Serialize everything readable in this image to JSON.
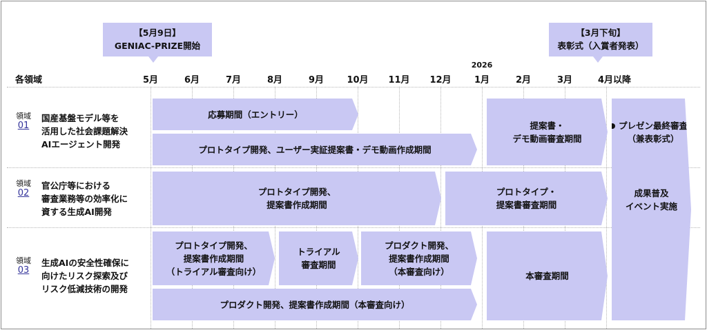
{
  "header": {
    "domain_column": "各領域",
    "year": "2026",
    "months": [
      "5月",
      "6月",
      "7月",
      "8月",
      "9月",
      "10月",
      "11月",
      "12月",
      "1月",
      "2月",
      "3月",
      "4月以降"
    ]
  },
  "callouts": {
    "start": {
      "line1": "【5月9日】",
      "line2": "GENIAC-PRIZE開始"
    },
    "award": {
      "line1": "【3月下旬】",
      "line2": "表彰式（入賞者発表）"
    }
  },
  "domains": [
    {
      "word": "領域",
      "num": "01",
      "title": [
        "国産基盤モデル等を",
        "活用した社会課題解決",
        "AIエージェント開発"
      ]
    },
    {
      "word": "領域",
      "num": "02",
      "title": [
        "官公庁等における",
        "審査業務等の効率化に",
        "資する生成AI開発"
      ]
    },
    {
      "word": "領域",
      "num": "03",
      "title": [
        "生成AIの安全性確保に",
        "向けたリスク探索及び",
        "リスク低減技術の開発"
      ]
    }
  ],
  "bars": {
    "d1_entry": [
      "応募期間（エントリー）"
    ],
    "d1_proto": [
      "プロトタイプ開発、ユーザー実証提案書・デモ動画作成期間"
    ],
    "d1_review": [
      "提案書・",
      "デモ動画審査期間"
    ],
    "d2_proto": [
      "プロトタイプ開発、",
      "提案書作成期間"
    ],
    "d2_review": [
      "プロトタイプ・",
      "提案書審査期間"
    ],
    "d3_proto": [
      "プロトタイプ開発、",
      "提案書作成期間",
      "（トライアル審査向け）"
    ],
    "d3_trial": [
      "トライアル",
      "審査期間"
    ],
    "d3_product": [
      "プロダクト開発、",
      "提案書作成期間",
      "（本審査向け）"
    ],
    "d3_long": [
      "プロダクト開発、提案書作成期間（本審査向け）"
    ],
    "d3_review": [
      "本審査期間"
    ],
    "final_top": [
      "プレゼン最終審査",
      "（兼表彰式）"
    ],
    "final_bottom": [
      "成果普及",
      "イベント実施"
    ]
  }
}
